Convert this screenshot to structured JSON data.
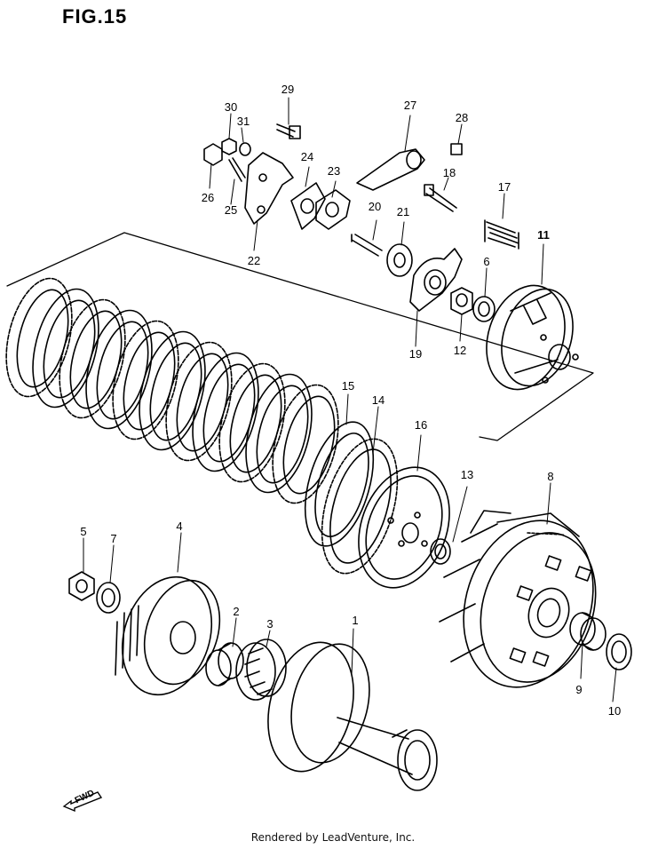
{
  "figure": {
    "title": "FIG.15"
  },
  "footer": {
    "credit": "Rendered by LeadVenture, Inc."
  },
  "direction_badge": {
    "label": "FWD",
    "icon": "fwd-arrow-icon"
  },
  "part_callouts": [
    {
      "id": "1",
      "part": "primary-driven-gear-hub"
    },
    {
      "id": "2",
      "part": "spacer"
    },
    {
      "id": "3",
      "part": "needle-bearing"
    },
    {
      "id": "4",
      "part": "clutch-gear-assembly"
    },
    {
      "id": "5",
      "part": "nut"
    },
    {
      "id": "6",
      "part": "washer"
    },
    {
      "id": "7",
      "part": "washer"
    },
    {
      "id": "8",
      "part": "clutch-housing"
    },
    {
      "id": "9",
      "part": "spacer"
    },
    {
      "id": "10",
      "part": "thrust-washer"
    },
    {
      "id": "11",
      "part": "clutch-sleeve-hub"
    },
    {
      "id": "12",
      "part": "nut"
    },
    {
      "id": "13",
      "part": "washer"
    },
    {
      "id": "14",
      "part": "drive-plate"
    },
    {
      "id": "15",
      "part": "driven-plate"
    },
    {
      "id": "16",
      "part": "pressure-plate"
    },
    {
      "id": "17",
      "part": "clutch-spring"
    },
    {
      "id": "18",
      "part": "bolt"
    },
    {
      "id": "19",
      "part": "lifter-plate"
    },
    {
      "id": "20",
      "part": "release-rod"
    },
    {
      "id": "21",
      "part": "bearing"
    },
    {
      "id": "22",
      "part": "bracket"
    },
    {
      "id": "23",
      "part": "release-cam"
    },
    {
      "id": "24",
      "part": "gasket-plate"
    },
    {
      "id": "25",
      "part": "stud-bolt"
    },
    {
      "id": "26",
      "part": "nut"
    },
    {
      "id": "27",
      "part": "release-arm"
    },
    {
      "id": "28",
      "part": "screw"
    },
    {
      "id": "29",
      "part": "bolt"
    },
    {
      "id": "30",
      "part": "nut"
    },
    {
      "id": "31",
      "part": "washer"
    }
  ]
}
